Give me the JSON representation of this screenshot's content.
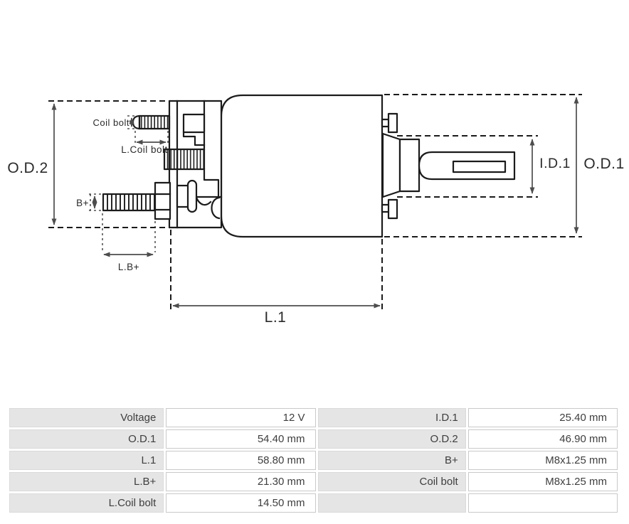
{
  "diagram": {
    "labels": {
      "od2": "O.D.2",
      "od1": "O.D.1",
      "id1": "I.D.1",
      "l1": "L.1",
      "lb": "L.B+",
      "b": "B+",
      "coil_bolt": "Coil bolt",
      "l_coil_bolt": "L.Coil bolt"
    }
  },
  "table": {
    "rows": [
      {
        "left": {
          "label": "Voltage",
          "value": "12 V"
        },
        "right": {
          "label": "I.D.1",
          "value": "25.40 mm"
        }
      },
      {
        "left": {
          "label": "O.D.1",
          "value": "54.40 mm"
        },
        "right": {
          "label": "O.D.2",
          "value": "46.90 mm"
        }
      },
      {
        "left": {
          "label": "L.1",
          "value": "58.80 mm"
        },
        "right": {
          "label": "B+",
          "value": "M8x1.25 mm"
        }
      },
      {
        "left": {
          "label": "L.B+",
          "value": "21.30 mm"
        },
        "right": {
          "label": "Coil bolt",
          "value": "M8x1.25 mm"
        }
      },
      {
        "left": {
          "label": "L.Coil bolt",
          "value": "14.50 mm"
        },
        "right": {
          "label": "",
          "value": ""
        }
      }
    ]
  },
  "colors": {
    "drawing_line": "#1b1b1b",
    "dimension_line": "#4d4d4d",
    "table_label_bg": "#e5e5e5",
    "table_value_border": "#c9c9c9",
    "text": "#3e3e3e"
  }
}
